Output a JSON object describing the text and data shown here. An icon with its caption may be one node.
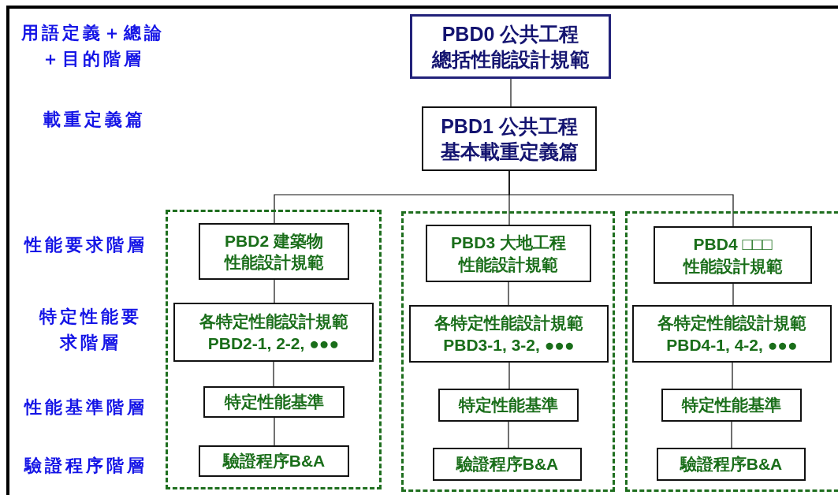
{
  "diagram": {
    "nodes": [
      {
        "text": [
          "PBD0 公共工程",
          "總括性能設計規範"
        ]
      },
      {
        "text": [
          "PBD1 公共工程",
          "基本載重定義篇"
        ]
      },
      {
        "text": [],
        "shape": "box"
      },
      {
        "text": [
          "PBD2 建築物",
          "性能設計規範"
        ],
        "in": 2
      },
      {
        "text": [
          "各特定性能設計規範",
          "PBD2-1, 2-2, ●●●"
        ],
        "in": 2
      },
      {
        "text": [
          "特定性能基準"
        ],
        "in": 2
      },
      {
        "text": [
          "驗證程序B&A"
        ],
        "in": 2
      },
      {
        "text": [],
        "shape": "box"
      },
      {
        "text": [
          "PBD3 大地工程",
          "性能設計規範"
        ],
        "in": 7
      },
      {
        "text": [
          "各特定性能設計規範",
          "PBD3-1, 3-2, ●●●"
        ],
        "in": 7
      },
      {
        "text": [
          "特定性能基準"
        ],
        "in": 7
      },
      {
        "text": [
          "驗證程序B&A"
        ],
        "in": 7
      },
      {
        "text": [],
        "shape": "box"
      },
      {
        "text": [
          "PBD4 □□□",
          "性能設計規範"
        ],
        "in": 12
      },
      {
        "text": [
          "各特定性能設計規範",
          "PBD4-1, 4-2, ●●●"
        ],
        "in": 12
      },
      {
        "text": [
          "特定性能基準"
        ],
        "in": 12
      },
      {
        "text": [
          "驗證程序B&A"
        ],
        "in": 12
      }
    ],
    "edges": [
      {
        "from": 0,
        "to": 1,
        "arrow": "none"
      },
      {
        "from": 1,
        "to": 3,
        "arrow": "none"
      },
      {
        "from": 1,
        "to": 8,
        "arrow": "none"
      },
      {
        "from": 1,
        "to": 13,
        "arrow": "none"
      },
      {
        "from": 3,
        "to": 4,
        "arrow": "none"
      },
      {
        "from": 4,
        "to": 5,
        "arrow": "none"
      },
      {
        "from": 5,
        "to": 6,
        "arrow": "none"
      },
      {
        "from": 8,
        "to": 9,
        "arrow": "none"
      },
      {
        "from": 9,
        "to": 10,
        "arrow": "none"
      },
      {
        "from": 10,
        "to": 11,
        "arrow": "none"
      },
      {
        "from": 13,
        "to": 14,
        "arrow": "none"
      },
      {
        "from": 14,
        "to": 15,
        "arrow": "none"
      },
      {
        "from": 15,
        "to": 16,
        "arrow": "none"
      }
    ],
    "labels": [
      "用語定義＋總論＋目的階層",
      "載重定義篇",
      "性能要求階層",
      "特定性能要求階層",
      "性能基準階層",
      "驗證程序階層"
    ]
  }
}
